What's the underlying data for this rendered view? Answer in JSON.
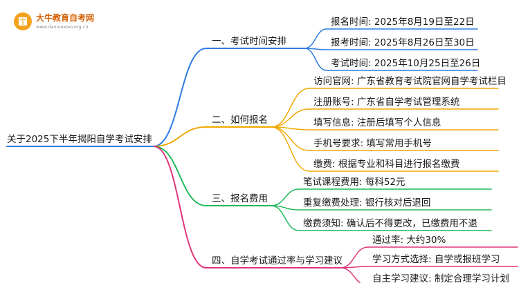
{
  "logo": {
    "title": "大牛教育自考网",
    "url": "www.daniuexiao.org.cn",
    "icon": "book-icon",
    "color": "#f3a21b"
  },
  "root": {
    "text": "关于2025下半年揭阳自学考试安排"
  },
  "branches": [
    {
      "label": "一、考试时间安排",
      "color": "#2f7be0",
      "children": [
        "报名时间: 2025年8月19日至22日",
        "报考时间: 2025年8月26日至30日",
        "考试时间: 2025年10月25日至26日"
      ]
    },
    {
      "label": "二、如何报名",
      "color": "#f0a800",
      "children": [
        "访问官网: 广东省教育考试院官网自学考试栏目",
        "注册账号: 广东省自学考试管理系统",
        "填写信息: 注册后填写个人信息",
        "手机号要求: 填写常用手机号",
        "缴费: 根据专业和科目进行报名缴费"
      ]
    },
    {
      "label": "三、报名费用",
      "color": "#1fb85c",
      "children": [
        "笔试课程费用: 每科52元",
        "重复缴费处理: 银行核对后退回",
        "缴费须知: 确认后不得更改，已缴费用不退"
      ]
    },
    {
      "label": "四、自学考试通过率与学习建议",
      "color": "#e0357a",
      "children": [
        "通过率: 大约30%",
        "学习方式选择: 自学或报班学习",
        "自主学习建议: 制定合理学习计划"
      ]
    }
  ]
}
